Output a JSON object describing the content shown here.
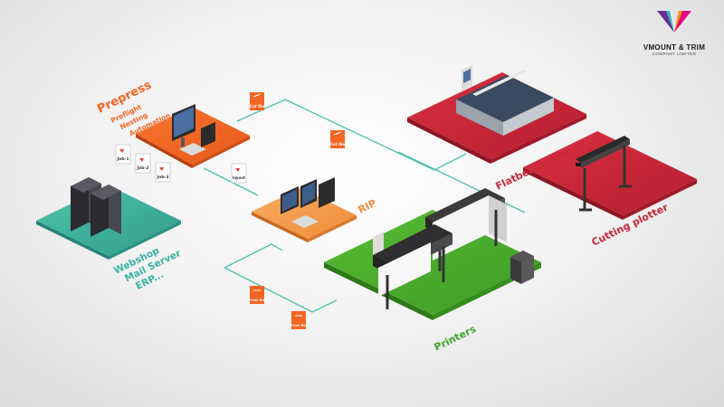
{
  "prepress": {
    "title": "Prepress",
    "items": [
      "Preflight",
      "Nesting",
      "Automation"
    ]
  },
  "servers": {
    "lines": [
      "Webshop",
      "Mail Server",
      "ERP..."
    ]
  },
  "rip": {
    "label": "RIP"
  },
  "printers": {
    "label": "Printers"
  },
  "flatbed": {
    "label": "Flatbed Cutter"
  },
  "plotter": {
    "label": "Cutting plotter"
  },
  "jobs": [
    "Job-1",
    "Job-2",
    "Job-3"
  ],
  "doc_labels": {
    "layout": "layout",
    "cut_file_1": "Cut file",
    "cut_file_2": "Cut file",
    "print_file_1": "Print file",
    "print_file_2": "Print file"
  },
  "logo": {
    "name": "VMOUNT & TRIM",
    "sub": "COMPANY LIMITED"
  },
  "colors": {
    "orange": "#f26522",
    "orange_light": "#f7a35a",
    "red": "#c8273a",
    "green": "#4caf2f",
    "teal": "#3cb4a0",
    "logo_purple": "#6a2c91",
    "logo_pink": "#e6007e"
  }
}
